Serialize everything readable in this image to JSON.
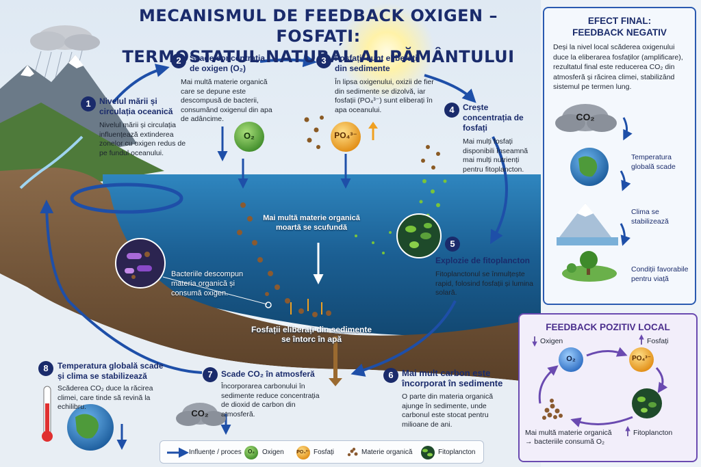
{
  "title_line1": "MECANISMUL DE FEEDBACK OXIGEN – FOSFAȚI:",
  "title_line2": "TERMOSTATUL NATURAL AL PĂMÂNTULUI",
  "steps": [
    {
      "num": "1",
      "title": "Nivelul mării și circulația oceanică",
      "body": "Nivelul mării și circulația influențează extinderea zonelor cu oxigen redus de pe fundul oceanului."
    },
    {
      "num": "2",
      "title": "Scade concentrația de oxigen (O₂)",
      "body": "Mai multă materie organică care se depune este descompusă de bacterii, consumând oxigenul din apa de adâncime."
    },
    {
      "num": "3",
      "title": "Fosfații sunt eliberați din sedimente",
      "body": "În lipsa oxigenului, oxizii de fier din sedimente se dizolvă, iar fosfații (PO₄³⁻) sunt eliberați în apa oceanului."
    },
    {
      "num": "4",
      "title": "Crește concentrația de fosfați",
      "body": "Mai mulți fosfați disponibili înseamnă mai mulți nutrienți pentru fitoplancton."
    },
    {
      "num": "5",
      "title": "Explozie de fitoplancton",
      "body": "Fitoplanctonul se înmulțește rapid, folosind fosfații și lumina solară."
    },
    {
      "num": "6",
      "title": "Mai mult carbon este încorporat în sedimente",
      "body": "O parte din materia organică ajunge în sedimente, unde carbonul este stocat pentru milioane de ani."
    },
    {
      "num": "7",
      "title": "Scade CO₂ în atmosferă",
      "body": "Încorporarea carbonului în sedimente reduce concentrația de dioxid de carbon din atmosferă."
    },
    {
      "num": "8",
      "title": "Temperatura globală scade și clima se stabilizează",
      "body": "Scăderea CO₂ duce la răcirea climei, care tinde să revină la echilibru."
    }
  ],
  "labels": {
    "organic_sinks": "Mai multă materie organică moartă se scufundă",
    "bacteria": "Bacteriile descompun materia organică și consumă oxigen.",
    "phosphate_return": "Fosfații eliberați din sedimente se întorc în apă"
  },
  "icons": {
    "o2": "O₂",
    "po4": "PO₄³⁻",
    "co2": "CO₂"
  },
  "negative_box": {
    "title_line1": "EFECT FINAL:",
    "title_line2": "FEEDBACK NEGATIV",
    "body": "Deși la nivel local scăderea oxigenului duce la eliberarea fosfaților (amplificare), rezultatul final este reducerea CO₂ din atmosferă și răcirea climei, stabilizând sistemul pe termen lung.",
    "items": [
      "Temperatura globală scade",
      "Clima se stabilizează",
      "Condiții favorabile pentru viață"
    ]
  },
  "positive_box": {
    "title": "FEEDBACK POZITIV LOCAL",
    "oxygen": "Oxigen",
    "phosphates": "Fosfați",
    "phytoplankton": "Fitoplancton",
    "organic": "Mai multă materie organică → bacteriile consumă O₂"
  },
  "legend": {
    "process": "Influențe / proces",
    "oxygen": "Oxigen",
    "phosphates": "Fosfați",
    "organic": "Materie organică",
    "phyto": "Fitoplancton"
  },
  "colors": {
    "dark_blue": "#1a2b6b",
    "arrow_blue": "#1e4fa8",
    "oxygen_green": "#5aa03a",
    "phosphate_orange": "#f0a020",
    "purple": "#6a4ab0"
  }
}
